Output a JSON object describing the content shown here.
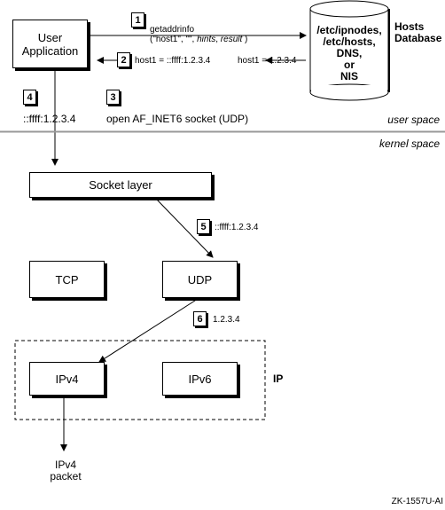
{
  "boxes": {
    "user_application": "User\nApplication",
    "socket_layer": "Socket layer",
    "tcp": "TCP",
    "udp": "UDP",
    "ipv4": "IPv4",
    "ipv6": "IPv6"
  },
  "hosts_db": {
    "contents": "/etc/ipnodes,\n/etc/hosts,\nDNS,\nor\nNIS",
    "title": "Hosts\nDatabase"
  },
  "steps": [
    {
      "num": "1",
      "text": "getaddrinfo\n(\"host1\", \"\", hints, result )"
    },
    {
      "num": "2",
      "text": "host1 = ::ffff:1.2.3.4"
    },
    {
      "num": "3",
      "text": "open AF_INET6 socket (UDP)"
    },
    {
      "num": "4",
      "text": "::ffff:1.2.3.4"
    },
    {
      "num": "5",
      "text": "::ffff:1.2.3.4"
    },
    {
      "num": "6",
      "text": "1.2.3.4"
    }
  ],
  "db_reply": "host1 = 1.2.3.4",
  "labels": {
    "user_space": "user space",
    "kernel_space": "kernel space",
    "ip": "IP",
    "packet": "IPv4\npacket",
    "figure_id": "ZK-1557U-AI"
  }
}
